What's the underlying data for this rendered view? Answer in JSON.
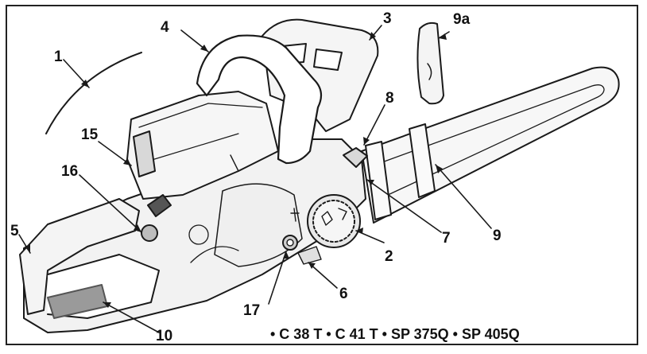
{
  "callouts": [
    {
      "id": "1",
      "text": "1"
    },
    {
      "id": "2",
      "text": "2"
    },
    {
      "id": "3",
      "text": "3"
    },
    {
      "id": "4",
      "text": "4"
    },
    {
      "id": "5",
      "text": "5"
    },
    {
      "id": "6",
      "text": "6"
    },
    {
      "id": "7",
      "text": "7"
    },
    {
      "id": "8",
      "text": "8"
    },
    {
      "id": "9",
      "text": "9"
    },
    {
      "id": "9a",
      "text": "9a"
    },
    {
      "id": "10",
      "text": "10"
    },
    {
      "id": "15",
      "text": "15"
    },
    {
      "id": "16",
      "text": "16"
    },
    {
      "id": "17",
      "text": "17"
    }
  ],
  "models_line": "• C 38 T • C 41 T • SP 375Q • SP 405Q",
  "colors": {
    "line": "#1a1a1a",
    "body": "#f2f2f2",
    "shade": "#bdbdbd",
    "label_plate": "#9a9a9a"
  }
}
